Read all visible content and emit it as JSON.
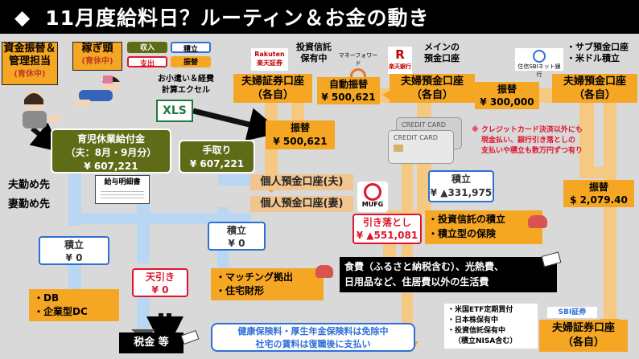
{
  "title": "11月度給料日？ルーティン＆お金の動き",
  "title_marker": "◆",
  "legend": {
    "income": "収入",
    "expense": "支出",
    "reserve": "積立",
    "transfer": "振替"
  },
  "roles": {
    "fund_manager_line1": "資金振替＆",
    "fund_manager_line2": "管理担当",
    "fund_manager_note": "(育休中)",
    "earner": "稼ぎ頭",
    "earner_note": "(育休中)"
  },
  "excel_label_line1": "お小遣い＆経費",
  "excel_label_line2": "計算エクセル",
  "excel_icon_text": "XLS",
  "rakuten_logo": "Rakuten\n楽天証券",
  "rakuten_note_line1": "投資信託",
  "rakuten_note_line2": "保有中",
  "money_forward_logo": "マネーフォワード",
  "rakuten_bank_logo": "楽天銀行",
  "rakuten_bank_note_line1": "メインの",
  "rakuten_bank_note_line2": "預金口座",
  "sbi_bank_logo": "住信SBIネット銀行",
  "sbi_bank_note_line1": "・サブ預金口座",
  "sbi_bank_note_line2": "・米ドル積立",
  "accounts": {
    "couple_securities": "夫婦証券口座",
    "couple_securities_sub": "（各自）",
    "couple_deposit": "夫婦預金口座",
    "couple_deposit_sub": "（各自）",
    "couple_deposit2": "夫婦預金口座",
    "couple_deposit2_sub": "（各自）",
    "sbi_securities": "夫婦証券口座",
    "sbi_securities_sub": "（各自）",
    "personal_husband": "個人預金口座(夫)",
    "personal_wife": "個人預金口座(妻)"
  },
  "flows": {
    "auto_transfer_label": "自動振替",
    "auto_transfer_amount": "¥ 500,621",
    "transfer1_label": "振替",
    "transfer1_amount": "¥ 500,621",
    "transfer2_label": "振替",
    "transfer2_amount": "¥ 300,000",
    "transfer3_label": "振替",
    "transfer3_amount": "$ 2,079.40"
  },
  "benefit_line1": "育児休業給付金",
  "benefit_line2": "（夫：8月・9月分）",
  "benefit_amount": "¥ 607,221",
  "takehome_label": "手取り",
  "takehome_amount": "¥ 607,221",
  "employer_husband": "夫勤め先",
  "employer_wife": "妻勤め先",
  "payslip_label": "給与明細書",
  "mufg_logo": "MUFG",
  "credit_card_text": "CREDIT CARD",
  "credit_note_line1": "※ クレジットカード決済以外にも",
  "credit_note_line2": "現金払い、銀行引き落としの",
  "credit_note_line3": "支払いや積立も数万円ずつ有り",
  "reserve_main_label": "積立",
  "reserve_main_amount": "¥ ▲331,975",
  "withdrawal_label": "引き落とし",
  "withdrawal_amount": "¥ ▲551,081",
  "investment_line1": "・投資信託の積立",
  "investment_line2": "・積立型の保険",
  "living_line1": "食費（ふるさと納税含む）、光熱費、",
  "living_line2": "日用品など、住居費以外の生活費",
  "reserve_left_label": "積立",
  "reserve_left_amount": "¥ 0",
  "reserve_mid_label": "積立",
  "reserve_mid_amount": "¥ 0",
  "deduction_label": "天引き",
  "deduction_amount": "¥ 0",
  "db_line1": "・DB",
  "db_line2": "・企業型DC",
  "matching_line1": "・マッチング拠出",
  "matching_line2": "・住宅財形",
  "tax_label": "税金 等",
  "exemption_line1": "健康保険料・厚生年金保険料は免除中",
  "exemption_line2": "社宅の賃料は復職後に支払い",
  "sbi_holdings_line1": "・米国ETF定期買付",
  "sbi_holdings_line2": "・日本株保有中",
  "sbi_holdings_line3": "・投資信託保有中",
  "sbi_holdings_line4": "（積立NISA含む）",
  "sbi_securities_logo": "SBI証券",
  "colors": {
    "accent_orange": "#f5a623",
    "tan": "#f2c58f",
    "olive": "#5f6b16",
    "blue_flow": "#b9d6f2",
    "red": "#e0142c",
    "blue": "#2f6fd6"
  }
}
